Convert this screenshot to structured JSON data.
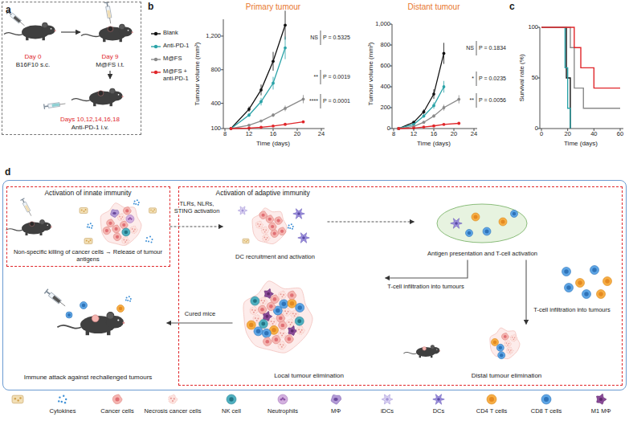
{
  "diagram": {
    "nodes": [
      {
        "text": [
          "a"
        ]
      },
      {
        "text": [
          "Day 0",
          "B16F10 s.c."
        ],
        "in": 0
      },
      {
        "text": [
          "Day 9",
          "M@FS i.t."
        ],
        "in": 0
      },
      {
        "text": [
          "Days 10,12,14,16,18",
          "Anti-PD-1 i.v."
        ],
        "in": 0
      },
      {
        "text": [
          "d"
        ]
      },
      {
        "text": [
          "Activation of innate immunity",
          "Non-specific killing of cancer cells → Release of tumour antigens"
        ],
        "in": 4
      },
      {
        "text": [
          "Activation of adaptive immunity"
        ],
        "in": 4
      },
      {
        "text": [
          "DC recruitment and activation"
        ],
        "in": 6
      },
      {
        "text": [
          "Antigen presentation and T-cell activation"
        ],
        "in": 6
      },
      {
        "text": [
          "Local tumour elimination"
        ],
        "in": 6
      },
      {
        "text": [
          "Distal tumour elimination"
        ],
        "in": 6
      },
      {
        "text": [
          "Immune attack against rechallenged tumours"
        ],
        "in": 4
      }
    ],
    "edges": [
      {
        "from": 1,
        "to": 2,
        "arrow": "to"
      },
      {
        "from": 2,
        "to": 3,
        "arrow": "to"
      },
      {
        "from": 5,
        "to": 7,
        "label": "TLRs, NLRs, STING activation",
        "arrow": "to"
      },
      {
        "from": 7,
        "to": 8,
        "arrow": "to"
      },
      {
        "from": 8,
        "to": 9,
        "label": "T-cell infiltration into tumours",
        "arrow": "to"
      },
      {
        "from": 8,
        "to": 10,
        "label": "T-cell infiltration into tumours",
        "arrow": "to"
      },
      {
        "from": 9,
        "to": 11,
        "label": "Cured mice",
        "arrow": "to"
      }
    ],
    "labels": [
      "b",
      "Primary tumour",
      "Distant tumour",
      "c",
      "Tumour volume (mm³)",
      "1,200",
      "800",
      "400",
      "100",
      "8",
      "12",
      "16",
      "20",
      "24",
      "Time (days)",
      "NS",
      "P = 0.5325",
      "**",
      "P = 0.0019",
      "****",
      "P = 0.0001",
      "Tumour volume (mm³)",
      "1,000",
      "800",
      "600",
      "400",
      "200",
      "0",
      "8",
      "12",
      "16",
      "20",
      "24",
      "Time (days)",
      "NS",
      "P = 0.1834",
      "*",
      "P = 0.0235",
      "**",
      "P = 0.0056",
      "Survival rate (%)",
      "100",
      "50",
      "0",
      "0",
      "20",
      "40",
      "60",
      "Time (days)"
    ],
    "legend": [
      {
        "text": "Blank",
        "color": "#111111"
      },
      {
        "text": "Anti-PD-1",
        "color": "#2ba3a8"
      },
      {
        "text": "M@FS",
        "color": "#8a8a8a"
      },
      {
        "text": "M@FS + anti-PD-1",
        "color": "#e0262a"
      },
      {
        "text": "Cytokines"
      },
      {
        "text": "Cancer cells"
      },
      {
        "text": "Necrosis cancer cells"
      },
      {
        "text": "NK cell"
      },
      {
        "text": "Neutrophils"
      },
      {
        "text": "MΦ"
      },
      {
        "text": "iDCs"
      },
      {
        "text": "DCs"
      },
      {
        "text": "CD4 T cells"
      },
      {
        "text": "CD8 T cells"
      },
      {
        "text": "M1 MΦ"
      }
    ]
  }
}
